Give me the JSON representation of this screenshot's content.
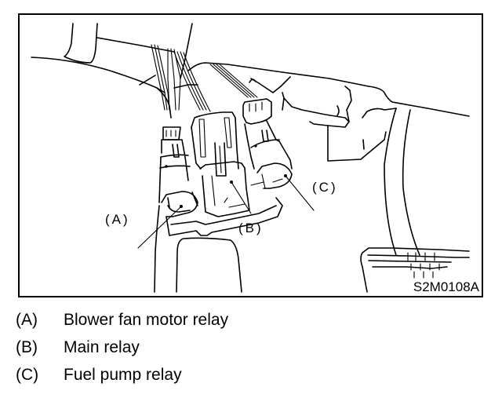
{
  "figure": {
    "id_label": "S2M0108A",
    "callouts": [
      {
        "key": "A",
        "label": "(A)"
      },
      {
        "key": "B",
        "label": "(B)"
      },
      {
        "key": "C",
        "label": "(C)"
      }
    ]
  },
  "legend": {
    "items": [
      {
        "key": "(A)",
        "text": "Blower fan motor relay"
      },
      {
        "key": "(B)",
        "text": "Main relay"
      },
      {
        "key": "(C)",
        "text": "Fuel pump relay"
      }
    ]
  }
}
